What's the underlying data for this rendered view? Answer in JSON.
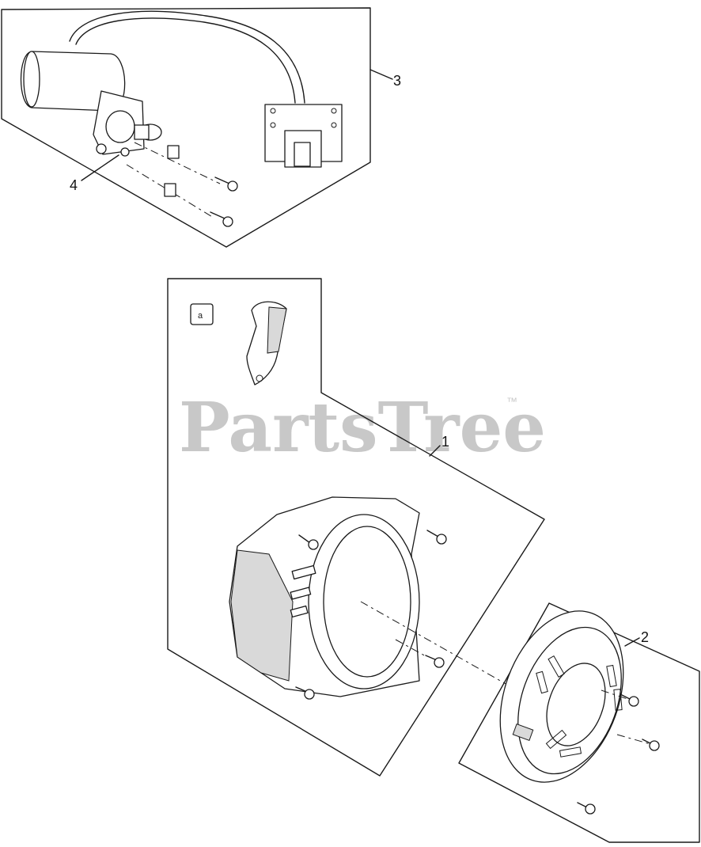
{
  "watermark": {
    "brand": "PartsTree",
    "trademark": "™"
  },
  "callouts": [
    {
      "id": "callout-1",
      "label": "1"
    },
    {
      "id": "callout-2",
      "label": "2"
    },
    {
      "id": "callout-3",
      "label": "3"
    },
    {
      "id": "callout-4",
      "label": "4"
    }
  ],
  "icons": {
    "starter-motor": "starter-motor-icon",
    "control-box": "control-box-icon",
    "blower-housing": "blower-housing-icon",
    "recoil-starter": "recoil-starter-icon",
    "bolt": "bolt-icon"
  }
}
